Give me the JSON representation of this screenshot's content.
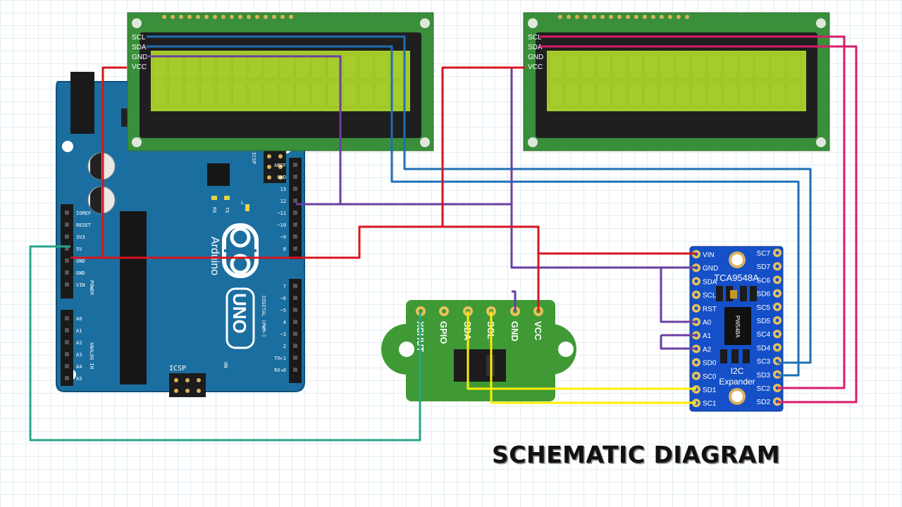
{
  "title": "SCHEMATIC DIAGRAM",
  "lcd_pins": [
    "SCL",
    "SDA",
    "GND",
    "VCC"
  ],
  "arduino": {
    "brand": "Arduino",
    "model": "UNO",
    "icsp_label": "ICSP",
    "led_labels": {
      "tx": "TX",
      "rx": "RX",
      "l": "L",
      "on": "ON"
    },
    "power_pins": [
      "IOREF",
      "RESET",
      "3V3",
      "5V",
      "GND",
      "GND",
      "VIN"
    ],
    "power_header": "POWER",
    "analog_pins": [
      "A0",
      "A1",
      "A2",
      "A3",
      "A4",
      "A5"
    ],
    "analog_header": "ANALOG IN",
    "digital_top": [
      "AREF",
      "GND",
      "13",
      "12",
      "~11",
      "~10",
      "~9",
      "8"
    ],
    "digital_bottom": [
      "7",
      "~6",
      "~5",
      "4",
      "~3",
      "2",
      "TX▸1",
      "RX◂0"
    ],
    "digital_header": "DIGITAL (PWM~)"
  },
  "sensor_pins": [
    "XSHUT",
    "GPIO",
    "SDA",
    "SCL",
    "GND",
    "VCC"
  ],
  "expander": {
    "name": "TCA9548A",
    "chip": "PW548A",
    "caption_line1": "I2C",
    "caption_line2": "Expander",
    "left_pins": [
      "VIN",
      "GND",
      "SDA",
      "SCL",
      "RST",
      "A0",
      "A1",
      "A2",
      "SD0",
      "SC0",
      "SD1",
      "SC1"
    ],
    "right_pins": [
      "SC7",
      "SD7",
      "SC6",
      "SD6",
      "SC5",
      "SD5",
      "SC4",
      "SD4",
      "SC3",
      "SD3",
      "SC2",
      "SD2"
    ]
  },
  "colors": {
    "vcc_wire": "#d8141e",
    "gnd_wire": "#6b3fa0",
    "lcd1_i2c_wire": "#1f6fb4",
    "lcd2_i2c_wire": "#d81b6a",
    "sensor_i2c_wire": "#ffee00",
    "xshut_wire": "#2aa58a",
    "arduino_board": "#1b6fa0",
    "lcd_screen": "#a6cc2c",
    "lcd_pcb": "#3a8f3a",
    "expander_board": "#1550c8",
    "sensor_board": "#3f9a35"
  }
}
